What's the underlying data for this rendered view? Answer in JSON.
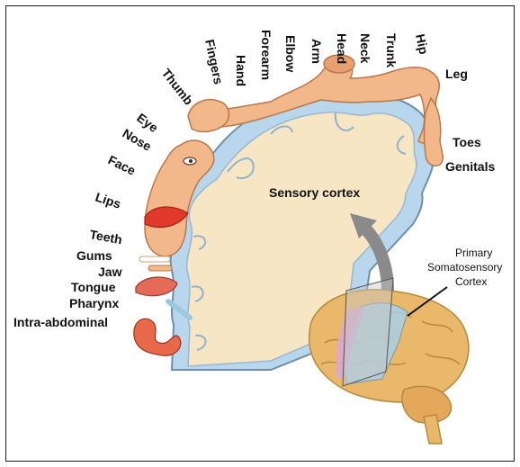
{
  "diagram": {
    "body_parts": {
      "head": "Head",
      "neck": "Neck",
      "trunk": "Trunk",
      "hip": "Hip",
      "arm": "Arm",
      "elbow": "Elbow",
      "forearm": "Forearm",
      "hand": "Hand",
      "fingers": "Fingers",
      "thumb": "Thumb",
      "eye": "Eye",
      "nose": "Nose",
      "face": "Face",
      "lips": "Lips",
      "teeth": "Teeth",
      "gums": "Gums",
      "jaw": "Jaw",
      "tongue": "Tongue",
      "pharynx": "Pharynx",
      "intra_abdominal": "Intra-abdominal",
      "leg": "Leg",
      "toes": "Toes",
      "genitals": "Genitals"
    },
    "cortex_label": "Sensory cortex",
    "callout": {
      "line1": "Primary",
      "line2": "Somatosensory",
      "line3": "Cortex"
    },
    "colors": {
      "cortex_fill": "#f6e6c4",
      "cortex_rim": "#b8d6ec",
      "cortex_edge": "#6d8fae",
      "skin": "#f2b88a",
      "skin_edge": "#b9774a",
      "brain": "#e9b86a",
      "arrow": "#8a8a8a"
    }
  }
}
